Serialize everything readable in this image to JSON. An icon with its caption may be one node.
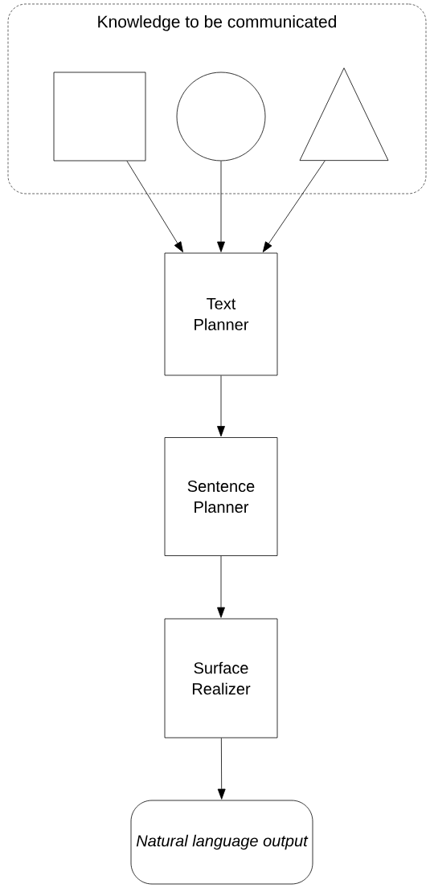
{
  "diagram": {
    "nodes": [
      {
        "text": [
          "Knowledge to be communicated"
        ]
      },
      {
        "text": [],
        "shape": "box",
        "in": 0
      },
      {
        "text": [],
        "shape": "circle",
        "in": 0
      },
      {
        "text": [],
        "shape": "triangle",
        "in": 0
      },
      {
        "text": [
          "Text Planner"
        ]
      },
      {
        "text": [
          "Sentence Planner"
        ]
      },
      {
        "text": [
          "Surface Realizer"
        ]
      },
      {
        "text": [
          "Natural language output"
        ]
      }
    ],
    "edges": [
      {
        "from": 1,
        "to": 4,
        "arrow": "to"
      },
      {
        "from": 2,
        "to": 4,
        "arrow": "to"
      },
      {
        "from": 3,
        "to": 4,
        "arrow": "to"
      },
      {
        "from": 4,
        "to": 5,
        "arrow": "to"
      },
      {
        "from": 5,
        "to": 6,
        "arrow": "to"
      },
      {
        "from": 6,
        "to": 7,
        "arrow": "to"
      }
    ]
  }
}
